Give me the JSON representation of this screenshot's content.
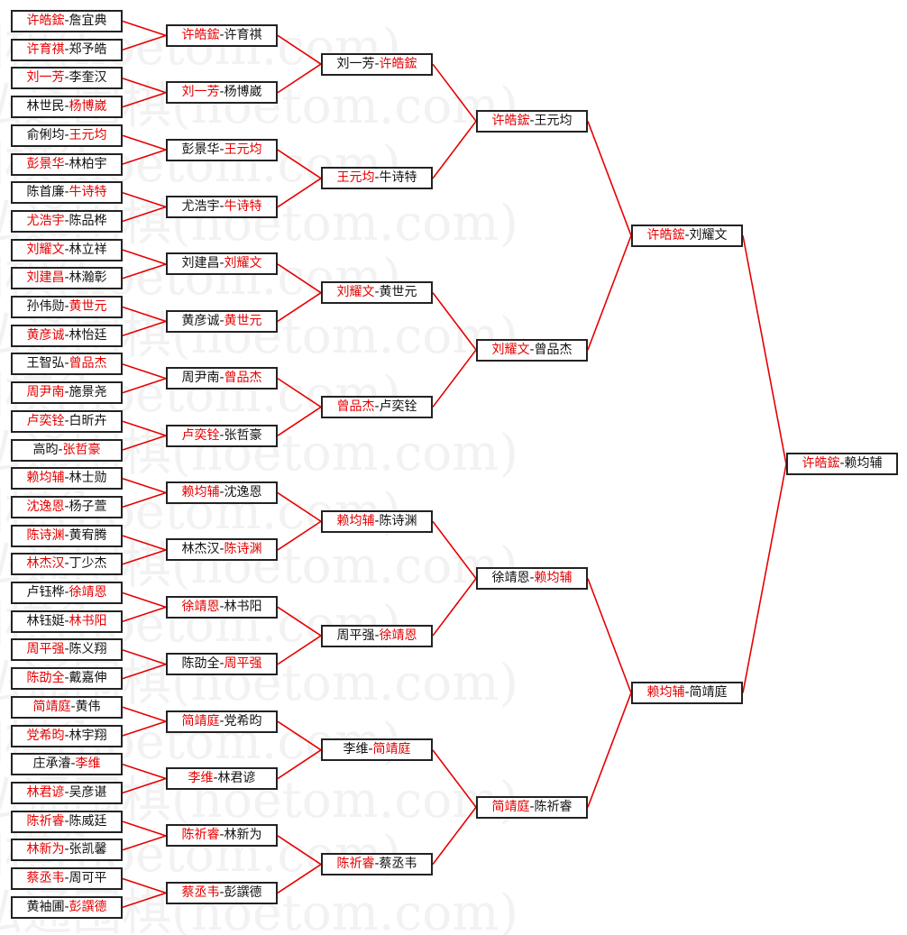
{
  "watermark": "弘通围棋(hoetom.com)",
  "colors": {
    "winner": "#e60000",
    "line": "#e60000",
    "border": "#222222",
    "text": "#111111"
  },
  "rounds": [
    [
      {
        "p1": "许皓鋐",
        "p2": "詹宜典",
        "winner": 1
      },
      {
        "p1": "许育祺",
        "p2": "郑予皓",
        "winner": 1
      },
      {
        "p1": "刘一芳",
        "p2": "李奎汉",
        "winner": 1
      },
      {
        "p1": "林世民",
        "p2": "杨博崴",
        "winner": 2
      },
      {
        "p1": "俞俐均",
        "p2": "王元均",
        "winner": 2
      },
      {
        "p1": "彭景华",
        "p2": "林柏宇",
        "winner": 1
      },
      {
        "p1": "陈首廉",
        "p2": "牛诗特",
        "winner": 2
      },
      {
        "p1": "尤浩宇",
        "p2": "陈品桦",
        "winner": 1
      },
      {
        "p1": "刘耀文",
        "p2": "林立祥",
        "winner": 1
      },
      {
        "p1": "刘建昌",
        "p2": "林瀚彰",
        "winner": 1
      },
      {
        "p1": "孙伟勋",
        "p2": "黄世元",
        "winner": 2
      },
      {
        "p1": "黄彦诚",
        "p2": "林怡廷",
        "winner": 1
      },
      {
        "p1": "王智弘",
        "p2": "曾品杰",
        "winner": 2
      },
      {
        "p1": "周尹南",
        "p2": "施景尧",
        "winner": 1
      },
      {
        "p1": "卢奕铨",
        "p2": "白昕卉",
        "winner": 1
      },
      {
        "p1": "高昀",
        "p2": "张哲豪",
        "winner": 2
      },
      {
        "p1": "赖均辅",
        "p2": "林士勋",
        "winner": 1
      },
      {
        "p1": "沈逸恩",
        "p2": "杨子萱",
        "winner": 1
      },
      {
        "p1": "陈诗渊",
        "p2": "黄宥腾",
        "winner": 1
      },
      {
        "p1": "林杰汉",
        "p2": "丁少杰",
        "winner": 1
      },
      {
        "p1": "卢钰桦",
        "p2": "徐靖恩",
        "winner": 2
      },
      {
        "p1": "林钰娗",
        "p2": "林书阳",
        "winner": 2
      },
      {
        "p1": "周平强",
        "p2": "陈义翔",
        "winner": 1
      },
      {
        "p1": "陈劭全",
        "p2": "戴嘉伸",
        "winner": 1
      },
      {
        "p1": "简靖庭",
        "p2": "黄伟",
        "winner": 1
      },
      {
        "p1": "党希昀",
        "p2": "林宇翔",
        "winner": 1
      },
      {
        "p1": "庄承濬",
        "p2": "李维",
        "winner": 2
      },
      {
        "p1": "林君谚",
        "p2": "吴彦谌",
        "winner": 1
      },
      {
        "p1": "陈祈睿",
        "p2": "陈威廷",
        "winner": 1
      },
      {
        "p1": "林新为",
        "p2": "张凯馨",
        "winner": 1
      },
      {
        "p1": "蔡丞韦",
        "p2": "周可平",
        "winner": 1
      },
      {
        "p1": "黄袖圃",
        "p2": "彭譔德",
        "winner": 2
      }
    ],
    [
      {
        "p1": "许皓鋐",
        "p2": "许育祺",
        "winner": 1
      },
      {
        "p1": "刘一芳",
        "p2": "杨博崴",
        "winner": 1
      },
      {
        "p1": "彭景华",
        "p2": "王元均",
        "winner": 2
      },
      {
        "p1": "尤浩宇",
        "p2": "牛诗特",
        "winner": 2
      },
      {
        "p1": "刘建昌",
        "p2": "刘耀文",
        "winner": 2
      },
      {
        "p1": "黄彦诚",
        "p2": "黄世元",
        "winner": 2
      },
      {
        "p1": "周尹南",
        "p2": "曾品杰",
        "winner": 2
      },
      {
        "p1": "卢奕铨",
        "p2": "张哲豪",
        "winner": 1
      },
      {
        "p1": "赖均辅",
        "p2": "沈逸恩",
        "winner": 1
      },
      {
        "p1": "林杰汉",
        "p2": "陈诗渊",
        "winner": 2
      },
      {
        "p1": "徐靖恩",
        "p2": "林书阳",
        "winner": 1
      },
      {
        "p1": "陈劭全",
        "p2": "周平强",
        "winner": 2
      },
      {
        "p1": "简靖庭",
        "p2": "党希昀",
        "winner": 1
      },
      {
        "p1": "李维",
        "p2": "林君谚",
        "winner": 1
      },
      {
        "p1": "陈祈睿",
        "p2": "林新为",
        "winner": 1
      },
      {
        "p1": "蔡丞韦",
        "p2": "彭譔德",
        "winner": 1
      }
    ],
    [
      {
        "p1": "刘一芳",
        "p2": "许皓鋐",
        "winner": 2
      },
      {
        "p1": "王元均",
        "p2": "牛诗特",
        "winner": 1
      },
      {
        "p1": "刘耀文",
        "p2": "黄世元",
        "winner": 1
      },
      {
        "p1": "曾品杰",
        "p2": "卢奕铨",
        "winner": 1
      },
      {
        "p1": "赖均辅",
        "p2": "陈诗渊",
        "winner": 1
      },
      {
        "p1": "周平强",
        "p2": "徐靖恩",
        "winner": 2
      },
      {
        "p1": "李维",
        "p2": "简靖庭",
        "winner": 2
      },
      {
        "p1": "陈祈睿",
        "p2": "蔡丞韦",
        "winner": 1
      }
    ],
    [
      {
        "p1": "许皓鋐",
        "p2": "王元均",
        "winner": 1
      },
      {
        "p1": "刘耀文",
        "p2": "曾品杰",
        "winner": 1
      },
      {
        "p1": "徐靖恩",
        "p2": "赖均辅",
        "winner": 2
      },
      {
        "p1": "简靖庭",
        "p2": "陈祈睿",
        "winner": 1
      }
    ],
    [
      {
        "p1": "许皓鋐",
        "p2": "刘耀文",
        "winner": 1
      },
      {
        "p1": "赖均辅",
        "p2": "简靖庭",
        "winner": 1
      }
    ],
    [
      {
        "p1": "许皓鋐",
        "p2": "赖均辅",
        "winner": 1
      }
    ]
  ]
}
